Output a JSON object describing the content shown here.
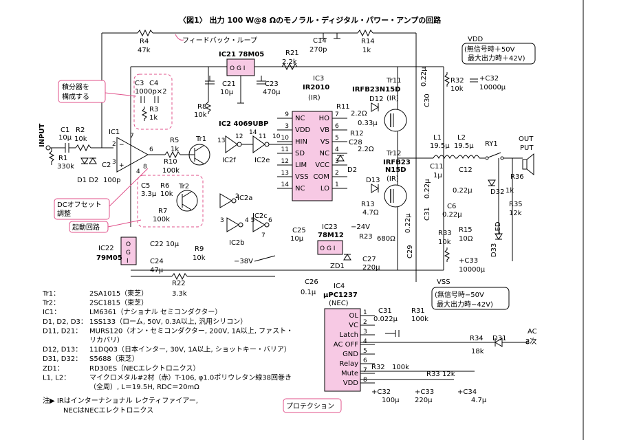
{
  "title": "〈図1〉 出力 100 W@8 Ωのモノラル・ディジタル・パワー・アンプの回路",
  "labels": {
    "feedback": "フィードバック・ループ",
    "r4": "R4",
    "r4v": "47k",
    "c14": "C14",
    "c14v": "270p",
    "r14": "R14",
    "r14v": "1k",
    "ic21": "IC21 78M05",
    "r21": "R21",
    "r21v": "2.2k",
    "c21": "C21",
    "c21v": "10μ",
    "c23": "C23",
    "c23v": "470μ",
    "ic3": "IC3",
    "ic3name": "IR2010",
    "ic3sub": "(IR)",
    "tr11": "Tr11",
    "tr11name": "IRFB23N15D",
    "tr11sub": "(IR)",
    "tr12": "Tr12",
    "tr12name": "IRFB23",
    "tr12name2": "N15D",
    "tr12sub": "(IR)",
    "vdd": "VDD",
    "vdd_l1": "(無信号時＋50V",
    "vdd_l2": "最大出力時＋42V)",
    "r32": "R32",
    "r32v": "10k",
    "c32": "+C32",
    "c32v": "10000μ",
    "c30": "C30",
    "c30v": "0.22μ",
    "integrator": "積分器を\n構成する",
    "c3": "C3",
    "c4": "C4",
    "c34v": "1000p×2",
    "r3": "R3",
    "r3v": "1k",
    "r8": "R8",
    "r8v": "10k",
    "ic2": "IC2 4069UBP",
    "input": "INPUT",
    "c1": "C1",
    "c1v": "10μ",
    "r2": "R2",
    "r2v": "10k",
    "r1": "R1",
    "r1v": "330k",
    "c2": "C2",
    "c2v": "100p",
    "d1d2": "D1 D2",
    "ic1": "IC1",
    "r5": "R5",
    "r5v": "1k",
    "r6": "R6",
    "r6v": "10k",
    "r10": "R10",
    "r10v": "100k",
    "tr1": "Tr1",
    "tr2": "Tr2",
    "c5": "C5",
    "c5v": "3.3μ",
    "r7": "R7",
    "r7v": "100k",
    "dc_offset": "DCオフセット\n調整",
    "startup": "起動回路",
    "ic2f": "IC2f",
    "ic2e": "IC2e",
    "ic2a": "IC2a",
    "ic2b": "IC2b",
    "ic2c": "IC2c",
    "r11": "R11",
    "r11v": "2.2Ω",
    "d12": "D12",
    "c28v": "0.33μ",
    "c28": "C28",
    "r12": "R12",
    "r12v": "2.2Ω",
    "d2": "D2",
    "d13": "D13",
    "r13": "R13",
    "r13v": "4.7Ω",
    "l1": "L1",
    "l1v": "19.5μ",
    "l2": "L2",
    "l2v": "19.5μ",
    "ry1": "RY1",
    "out": "OUT\nPUT",
    "c11": "C11",
    "c11v": "1μ",
    "c12": "C12",
    "c12v": "0.22μ",
    "r36": "R36",
    "r36v": "1k",
    "d32": "D32",
    "r35": "R35",
    "r35v": "12k",
    "c6": "C6",
    "c6v": "0.22μ",
    "r15": "R15",
    "r15v": "10Ω",
    "led": "LED",
    "d33": "D33",
    "c31": "C31",
    "c31v": "0.22μ",
    "c29": "C29",
    "c29v": "0.22μ",
    "c25": "C25",
    "c25v": "10μ",
    "ic23": "IC23",
    "ic23name": "78M12",
    "m24": "−24V",
    "r23": "R23",
    "r23v": "680Ω",
    "zd1": "ZD1",
    "c27": "C27",
    "c27v": "220μ",
    "r33": "R33",
    "r33v": "10k",
    "c33": "+C33",
    "c33v": "10000μ",
    "ic22": "IC22",
    "ic22name": "79M05",
    "c22": "C22",
    "c22v": "10μ",
    "c24": "C24",
    "c24v": "47μ",
    "r9": "R9",
    "r9v": "10k",
    "m38": "−38V",
    "r22": "R22",
    "r22v": "3.3k",
    "c26": "C26",
    "c26v": "0.1μ",
    "vss": "VSS",
    "vss_l1": "(無信号時−50V",
    "vss_l2": "最大出力時−42V)",
    "ic4": "IC4",
    "ic4name": "μPC1237",
    "ic4sub": "(NEC)",
    "c31b": "C31",
    "c31bv": "0.022μ",
    "r31": "R31",
    "r31v": "100k",
    "r34": "R34",
    "r34v": "18k",
    "d31": "D31",
    "ac": "AC",
    "ac2": "2次",
    "r32b": "R32",
    "r32bv": "100k",
    "r33b": "R33",
    "r33bv": "12k",
    "c32b": "+C32",
    "c32bv": "100μ",
    "c33b": "+C33",
    "c33bv": "220μ",
    "c34b": "+C34",
    "c34bv": "4.7μ",
    "protection": "プロテクション",
    "og": "O G I"
  },
  "ic3_pins_left": [
    {
      "num": "9",
      "name": "NC"
    },
    {
      "num": "3",
      "name": "VDD"
    },
    {
      "num": "10",
      "name": "HIN"
    },
    {
      "num": "11",
      "name": "SD"
    },
    {
      "num": "12",
      "name": "LIM"
    },
    {
      "num": "13",
      "name": "VSS"
    },
    {
      "num": "14",
      "name": "NC"
    }
  ],
  "ic3_pins_right": [
    {
      "num": "7",
      "name": "HO"
    },
    {
      "num": "6",
      "name": "VB"
    },
    {
      "num": "5",
      "name": "VS"
    },
    {
      "num": "4",
      "name": "NC"
    },
    {
      "num": "3",
      "name": "VCC"
    },
    {
      "num": "2",
      "name": "COM"
    },
    {
      "num": "1",
      "name": "LO"
    }
  ],
  "ic4_pins": [
    {
      "num": "1",
      "name": "OL"
    },
    {
      "num": "2",
      "name": "VC"
    },
    {
      "num": "3",
      "name": "Latch"
    },
    {
      "num": "4",
      "name": "AC OFF"
    },
    {
      "num": "5",
      "name": "GND"
    },
    {
      "num": "6",
      "name": "Relay"
    },
    {
      "num": "7",
      "name": "Mute"
    },
    {
      "num": "8",
      "name": "VDD"
    }
  ],
  "parts_list": [
    {
      "ref": "Tr1：",
      "value": "2SA1015（東芝）"
    },
    {
      "ref": "Tr2：",
      "value": "2SC1815（東芝）"
    },
    {
      "ref": "IC1：",
      "value": "LM6361（ナショナル セミコンダクター）"
    },
    {
      "ref": "D1, D2, D3：",
      "value": "1SS133（ローム, 50V, 0.3A以上, 汎用シリコン）"
    },
    {
      "ref": "D11, D21：",
      "value": "MURS120（オン・セミコンダクター, 200V, 1A以上, ファスト・"
    },
    {
      "ref": "",
      "value": "リカバリ）"
    },
    {
      "ref": "D12, D13：",
      "value": "11DQ03（日本インター, 30V, 1A以上, ショットキー・バリア）"
    },
    {
      "ref": "D31, D32：",
      "value": "S5688（東芝）"
    },
    {
      "ref": "ZD1：",
      "value": "RD30ES（NECエレクトロニクス）"
    },
    {
      "ref": "L1, L2：",
      "value": "マイクロメタル#2材（赤）T-106, φ1.0ポリウレタン線38回巻き"
    },
    {
      "ref": "",
      "value": "（全周）, L＝19.5H, RDC＝20mΩ"
    }
  ],
  "footnote_1": "注▶ IRはインターナショナル レクティファイアー,",
  "footnote_2": "NECはNECエレクトロニクス"
}
